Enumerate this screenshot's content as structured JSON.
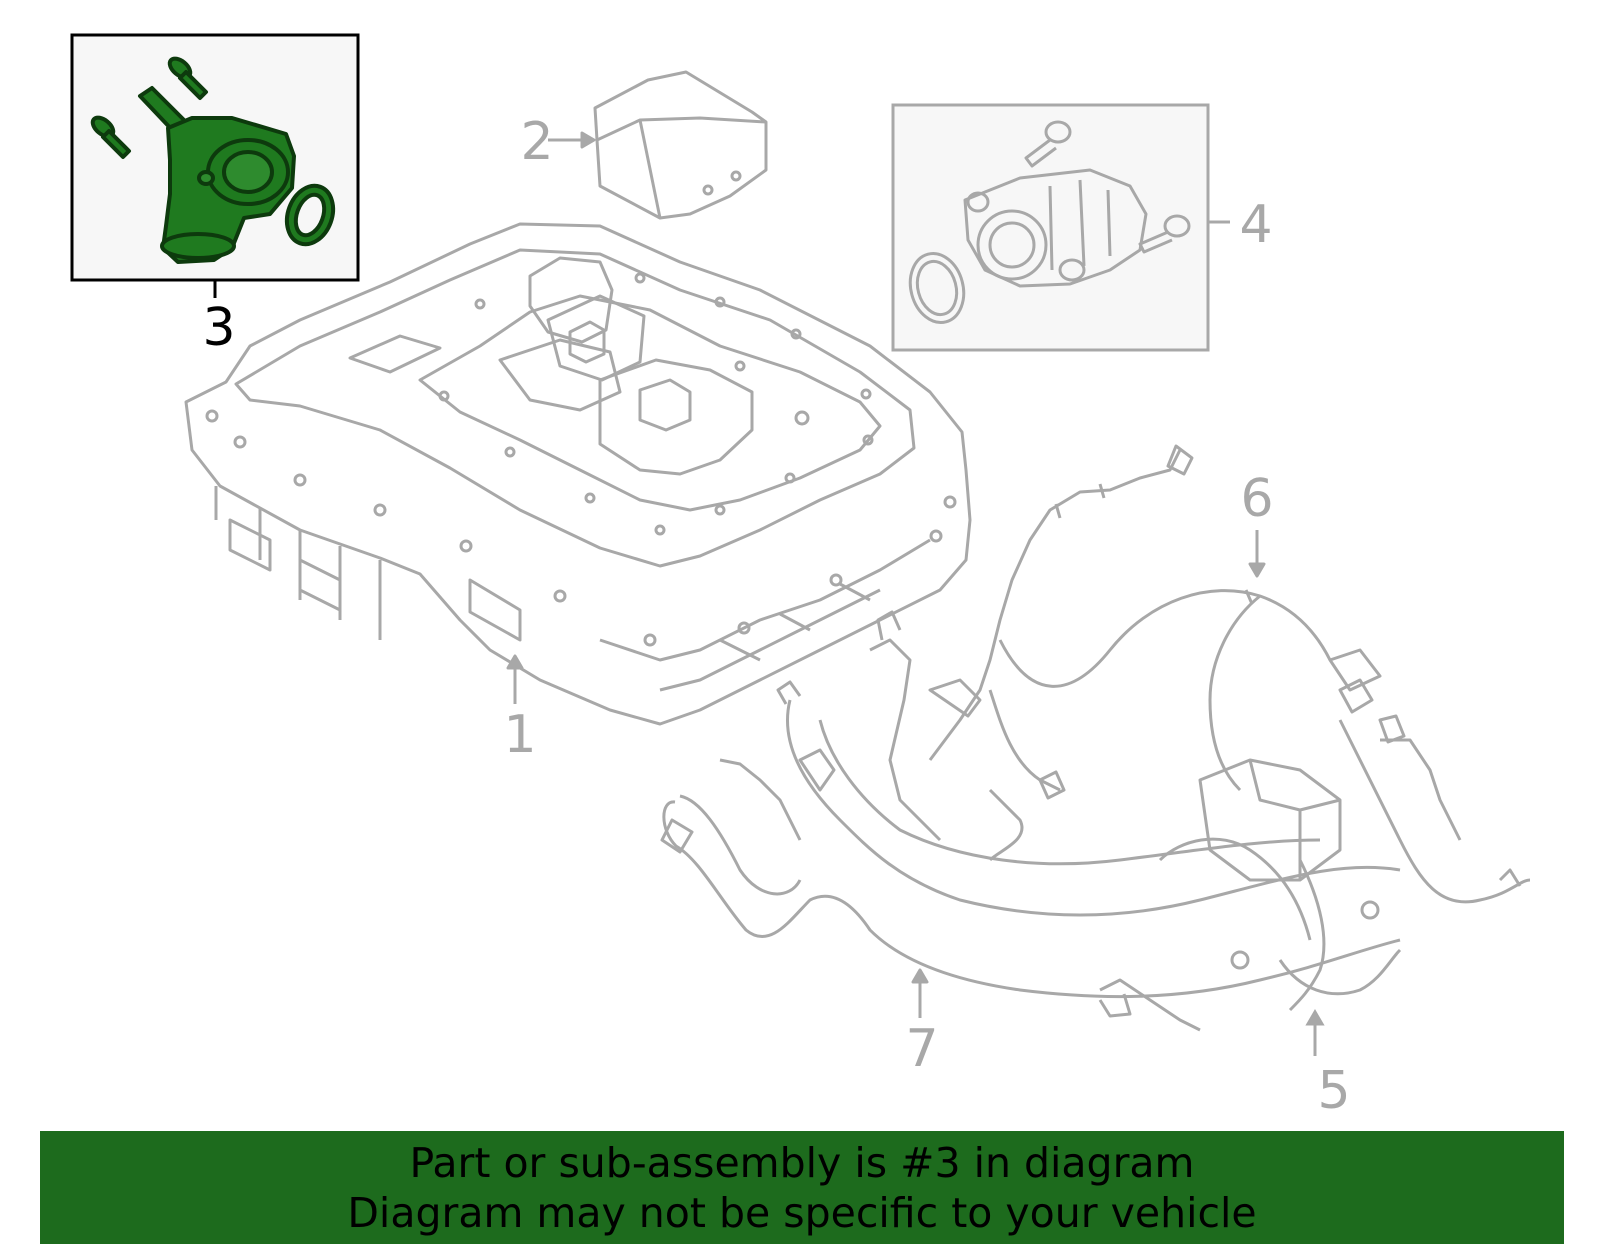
{
  "diagram": {
    "callouts": [
      {
        "id": "1",
        "label": "1"
      },
      {
        "id": "2",
        "label": "2"
      },
      {
        "id": "3",
        "label": "3"
      },
      {
        "id": "4",
        "label": "4"
      },
      {
        "id": "5",
        "label": "5"
      },
      {
        "id": "6",
        "label": "6"
      },
      {
        "id": "7",
        "label": "7"
      }
    ],
    "highlighted_part": "3",
    "colors": {
      "line_art": "#a8a8a8",
      "highlight_fill": "#1f7a1f",
      "highlight_stroke": "#0d3a0d",
      "detail_box_bg": "#f7f7f7",
      "banner_bg": "#1d6b1d"
    }
  },
  "banner": {
    "line1": "Part or sub-assembly is #3 in diagram",
    "line2": "Diagram may not be specific to your vehicle"
  }
}
